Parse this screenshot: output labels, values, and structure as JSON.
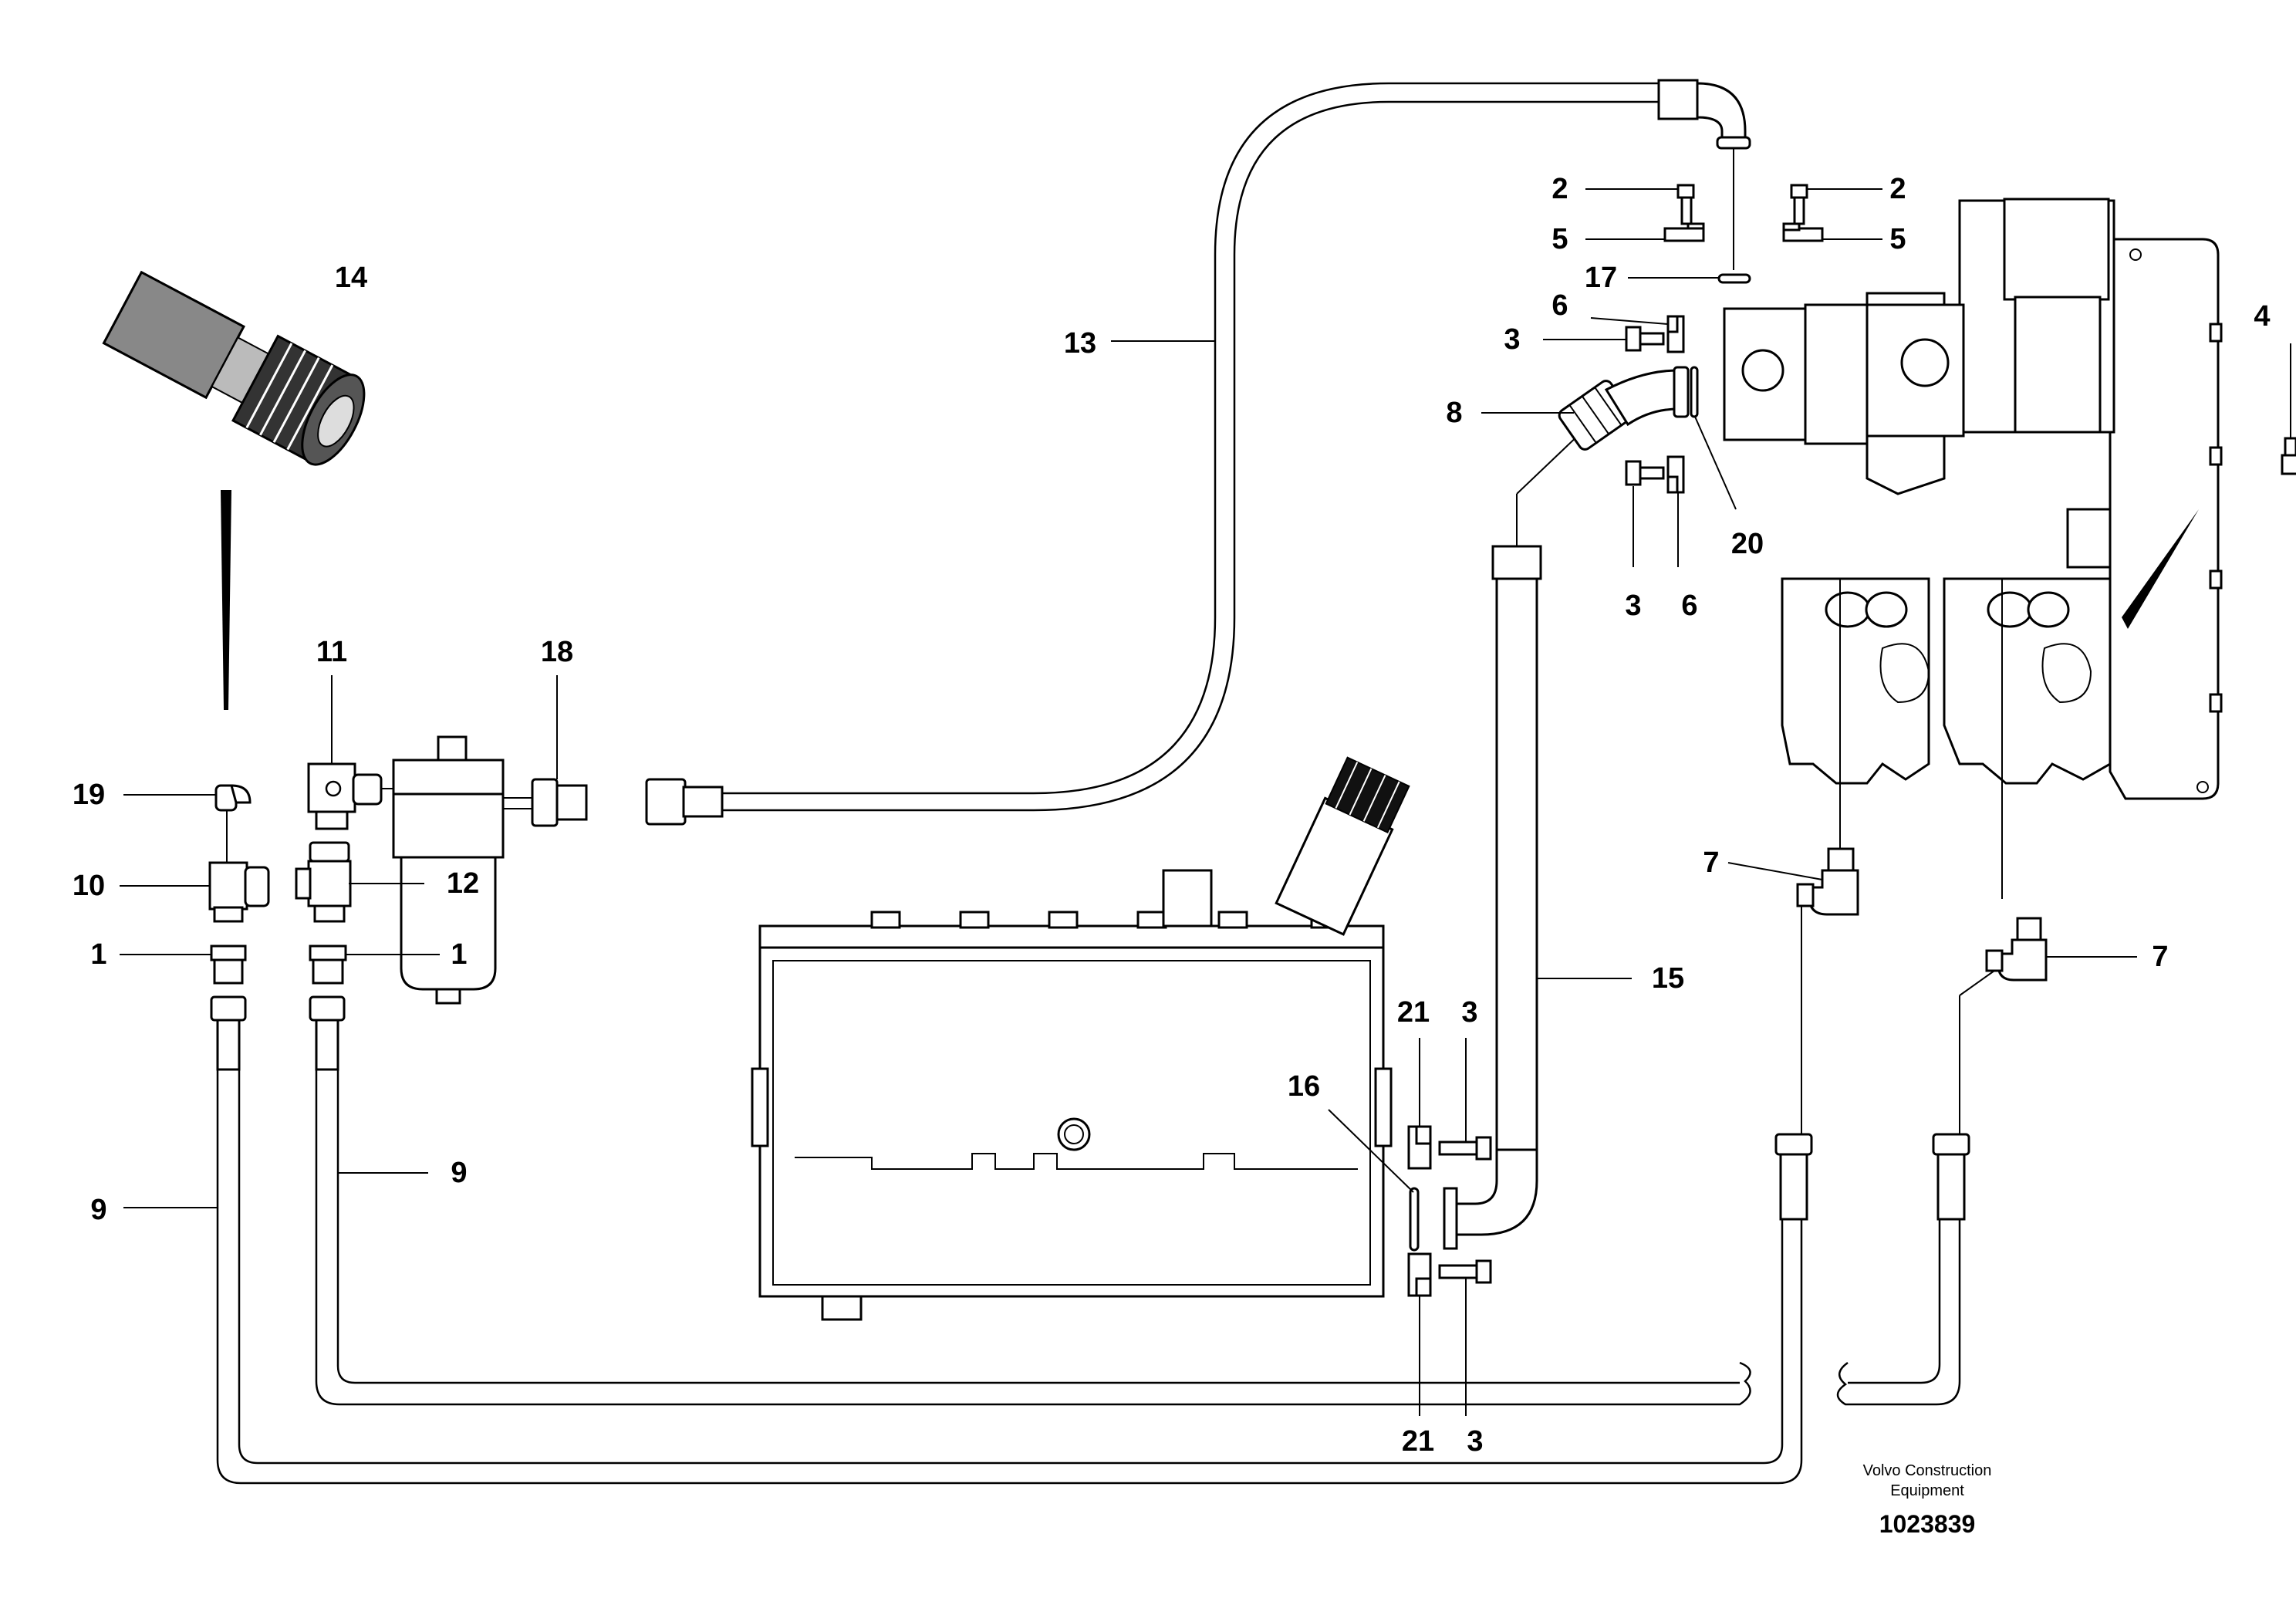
{
  "diagram": {
    "callouts": {
      "c1a": "1",
      "c1b": "1",
      "c2a": "2",
      "c2b": "2",
      "c3a": "3",
      "c3b": "3",
      "c3c": "3",
      "c3d": "3",
      "c4": "4",
      "c5a": "5",
      "c5b": "5",
      "c6a": "6",
      "c6b": "6",
      "c7a": "7",
      "c7b": "7",
      "c8": "8",
      "c9a": "9",
      "c9b": "9",
      "c10": "10",
      "c11": "11",
      "c12": "12",
      "c13": "13",
      "c14": "14",
      "c15": "15",
      "c16": "16",
      "c17": "17",
      "c18": "18",
      "c19": "19",
      "c20": "20",
      "c21a": "21",
      "c21b": "21"
    },
    "footer": {
      "company_line1": "Volvo Construction",
      "company_line2": "Equipment",
      "drawing_number": "1023839"
    }
  }
}
